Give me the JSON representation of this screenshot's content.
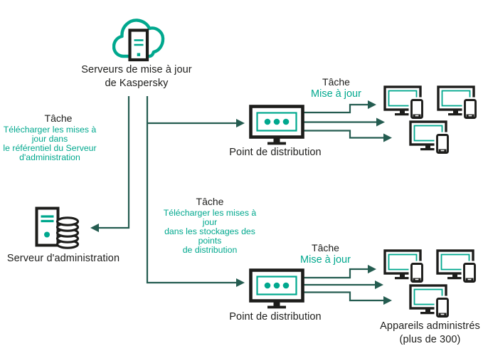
{
  "colors": {
    "teal": "#00A88E",
    "dark_teal": "#245C50",
    "ink": "#1D1D1B"
  },
  "nodes": {
    "update_servers": {
      "line1": "Serveurs de mise à jour",
      "line2": "de Kaspersky"
    },
    "admin_server": {
      "label": "Serveur d'administration"
    },
    "distribution_point_top": {
      "label": "Point de distribution"
    },
    "distribution_point_bottom": {
      "label": "Point de distribution"
    },
    "managed_devices": {
      "line1": "Appareils administrés",
      "line2": "(plus de 300)"
    }
  },
  "tasks": {
    "download_to_admin_server": {
      "title": "Tâche",
      "lines": [
        "Télécharger les mises à jour dans",
        "le référentiel du Serveur",
        "d'administration"
      ]
    },
    "download_to_distribution_points": {
      "title": "Tâche",
      "lines": [
        "Télécharger les mises à jour",
        "dans les stockages des points",
        "de distribution"
      ]
    },
    "update_top": {
      "title": "Tâche",
      "subtitle": "Mise à jour"
    },
    "update_bottom": {
      "title": "Tâche",
      "subtitle": "Mise à jour"
    }
  }
}
